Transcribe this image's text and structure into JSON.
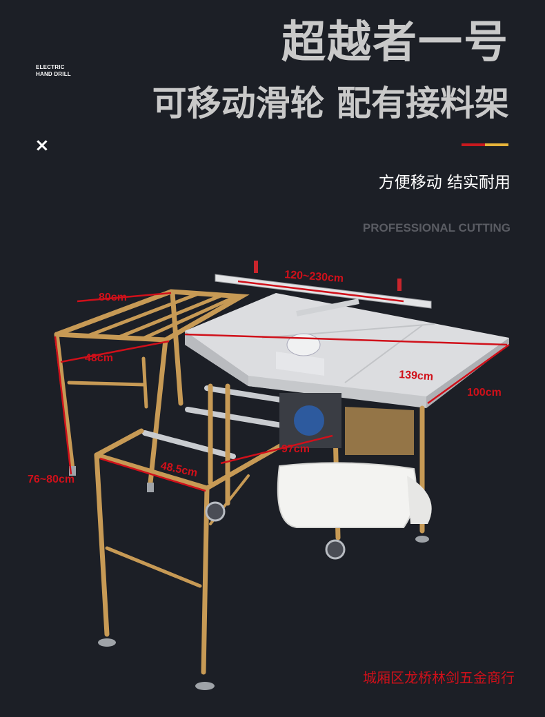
{
  "brand": {
    "line1": "ELECTRIC",
    "line2": "HAND DRILL"
  },
  "close_mark": "×",
  "title": "超越者一号",
  "subtitle": "可移动滑轮 配有接料架",
  "tagline": "方便移动 结实耐用",
  "english_caption": "PROFESSIONAL CUTTING",
  "dimensions": {
    "fence_length": "120~230cm",
    "left_table_width": "80cm",
    "left_table_depth": "48cm",
    "main_width": "139cm",
    "main_depth": "100cm",
    "rail_length": "97cm",
    "front_rack_depth": "48.5cm",
    "height": "76~80cm"
  },
  "shop_name": "城厢区龙桥林剑五金商行",
  "colors": {
    "background": "#1c1f26",
    "title_gray": "#c9c9c9",
    "accent_red": "#c8191e",
    "accent_yellow": "#e7b43a",
    "dimension_red": "#d0101a",
    "frame_gold": "#c79a55",
    "table_silver": "#dcdde0"
  }
}
